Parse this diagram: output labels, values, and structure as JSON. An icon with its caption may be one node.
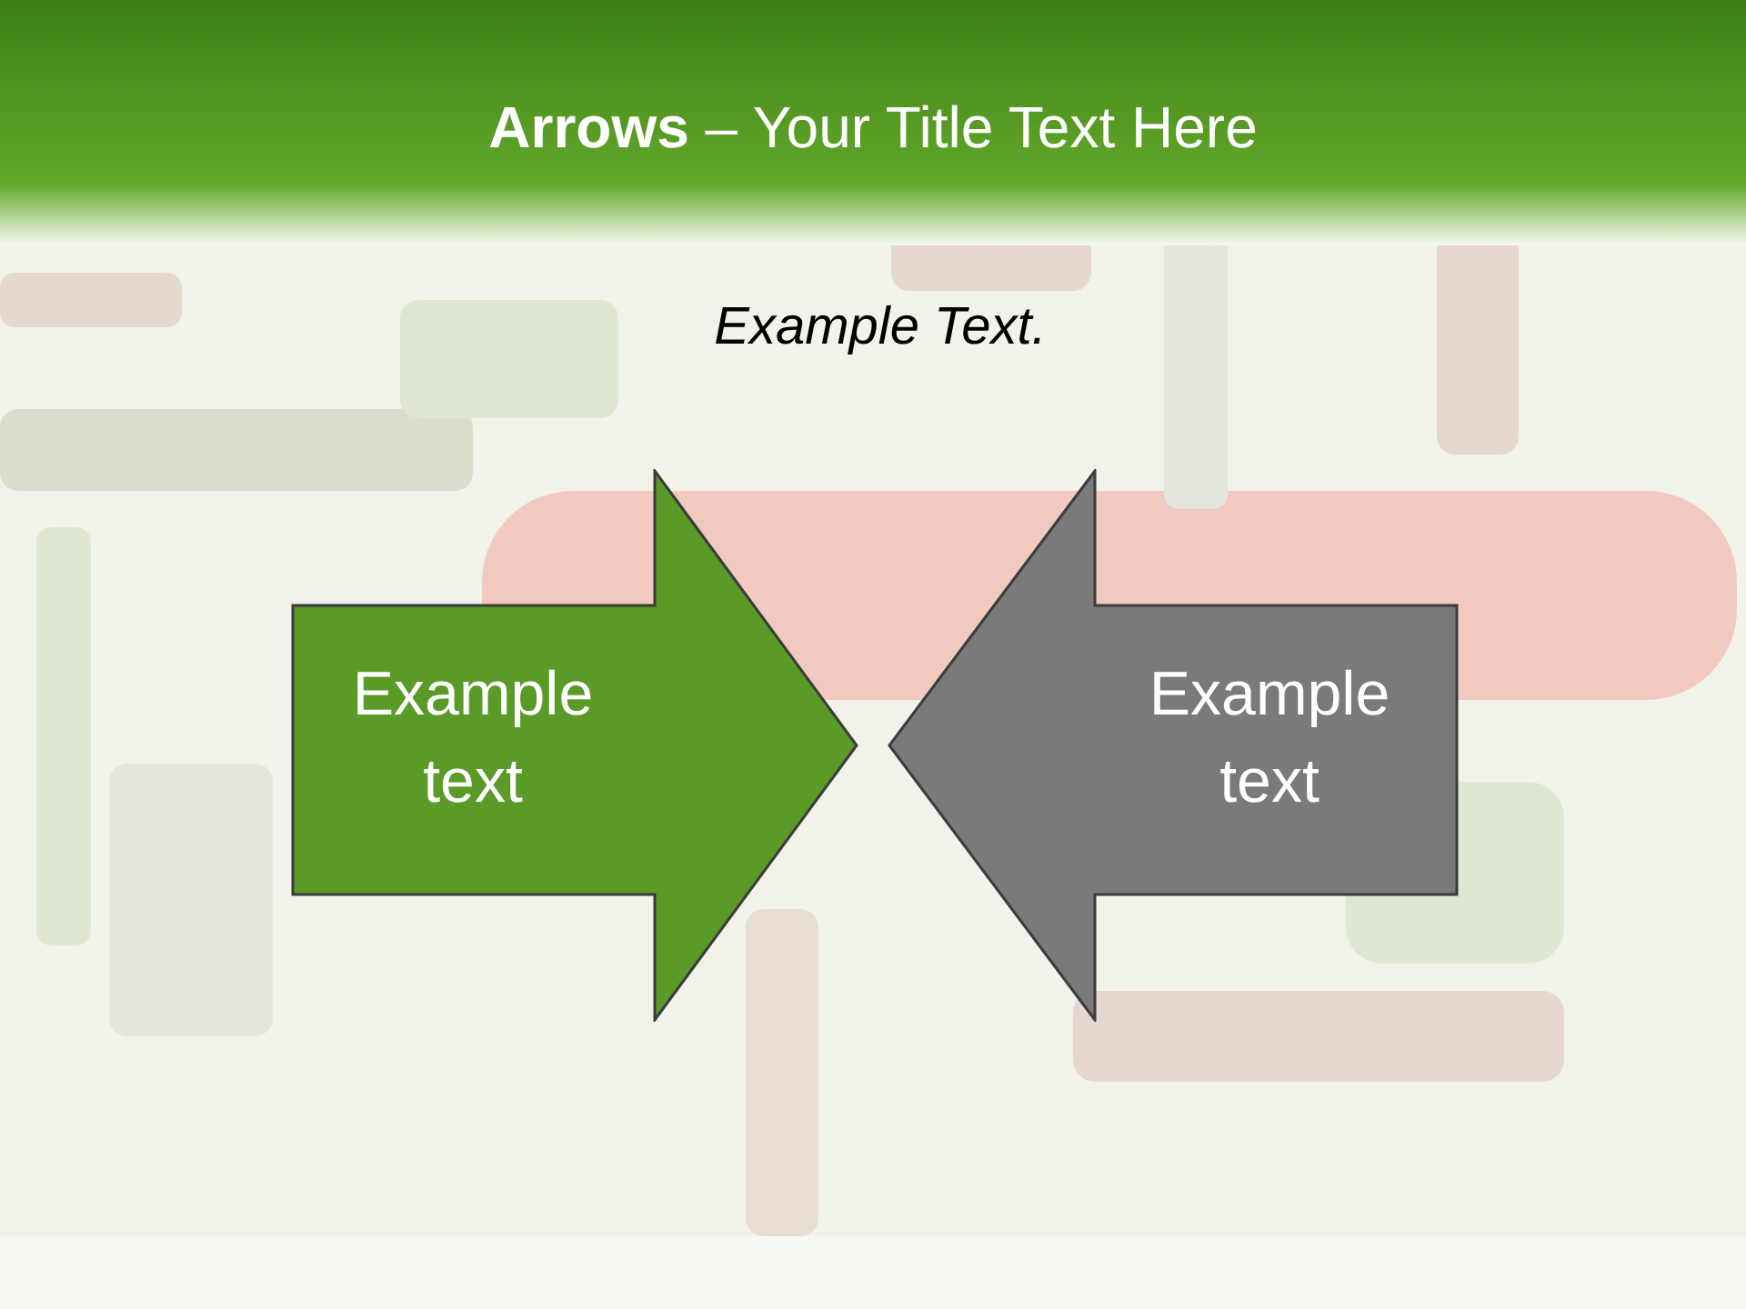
{
  "diagram": {
    "title": "**Arrows** – Your Title Text Here",
    "nodes": [
      {
        "text": [
          "Example text"
        ]
      },
      {
        "text": [
          "Example text"
        ]
      }
    ],
    "labels": [
      "Example Text."
    ]
  }
}
